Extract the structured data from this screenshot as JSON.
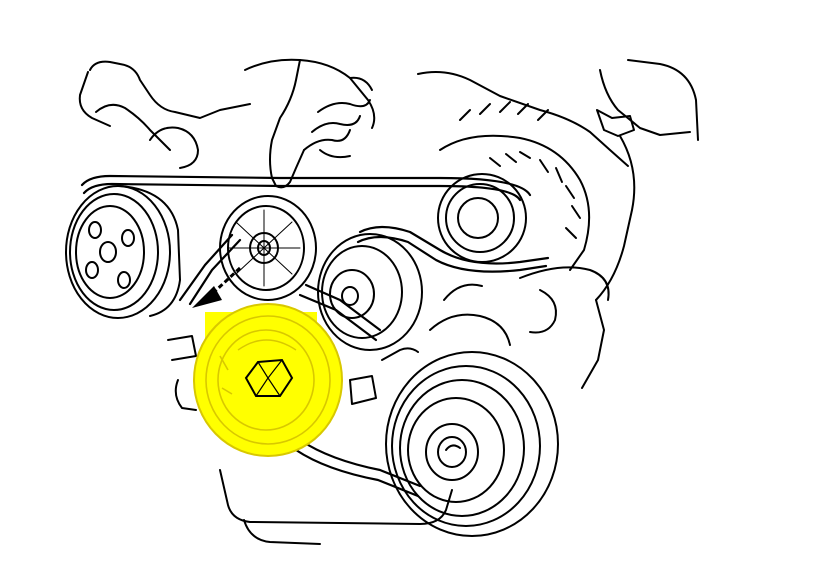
{
  "diagram": {
    "kind": "engine-accessory-belt-line-drawing",
    "components": [
      "power-steering-pump-pulley",
      "belt-tensioner-pulley",
      "idler-pulley",
      "alternator-pulley",
      "crankshaft-pulley",
      "air-conditioner-compressor-pulley",
      "drive-belt",
      "hand-pointing"
    ],
    "highlighted_component": "crankshaft-pulley",
    "arrow_direction": "down-left",
    "colors": {
      "background": "#ffffff",
      "line": "#000000",
      "highlight": "#ffff00",
      "highlight_edge": "#d8c800"
    }
  }
}
